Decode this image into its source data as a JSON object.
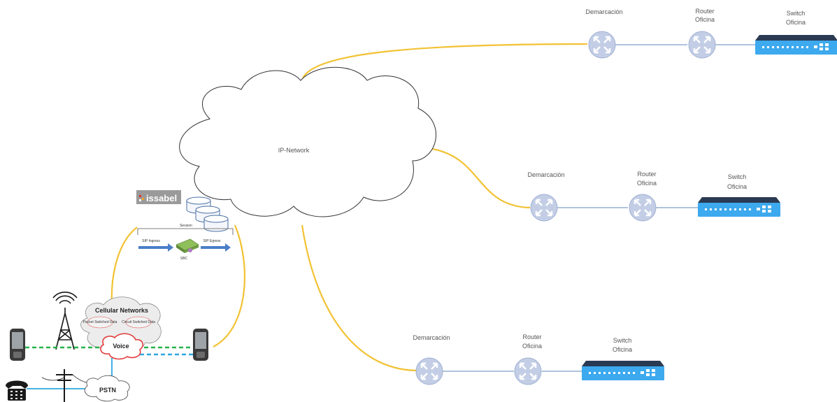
{
  "diagram": {
    "cloud_label": "IP-Network",
    "issabel_logo": "issabel",
    "session_label": "Session",
    "sip_ingress": "SIP Ingress",
    "sip_egress": "SIP Egress",
    "sbc_label": "SBC",
    "cellular": {
      "title": "Cellular Networks",
      "packet": "Packet Switched Data",
      "circuit": "Circuit Switched Data",
      "voice": "Voice"
    },
    "pstn": "PSTN",
    "branches": [
      {
        "demarcacion": "Demarcación",
        "router_1": "Router",
        "router_2": "Oficina",
        "switch_1": "Switch",
        "switch_2": "Oficina"
      },
      {
        "demarcacion": "Demarcación",
        "router_1": "Router",
        "router_2": "Oficina",
        "switch_1": "Switch",
        "switch_2": "Oficina"
      },
      {
        "demarcacion": "Demarcación",
        "router_1": "Router",
        "router_2": "Oficina",
        "switch_1": "Switch",
        "switch_2": "Oficina"
      }
    ],
    "colors": {
      "link_yellow": "#f2c233",
      "link_blue": "#7f9fc8",
      "router_fill": "#c3cee6",
      "switch_blue": "#3da9ee",
      "voice_red": "#e23b3b",
      "dashed_green": "#27b34a",
      "dashed_blue": "#2ea7e0"
    }
  }
}
